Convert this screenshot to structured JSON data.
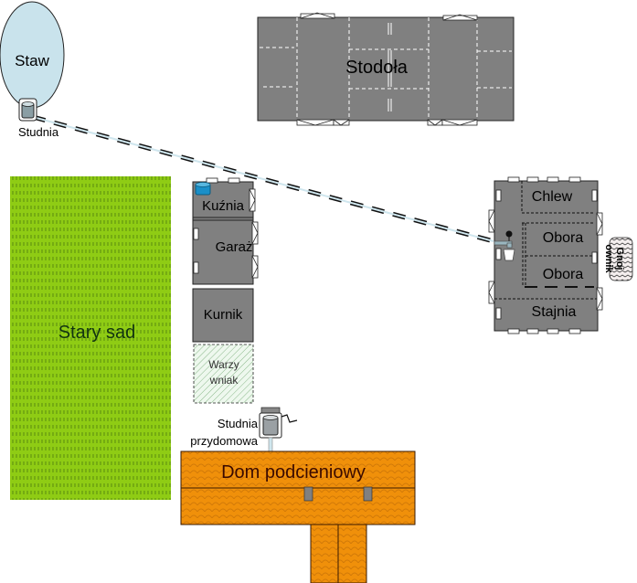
{
  "title": "Plan zagrody",
  "elements": {
    "pond": {
      "label": "Staw",
      "color": "#c9e3ec"
    },
    "well": {
      "label": "Studnia"
    },
    "barn": {
      "label": "Stodoła",
      "color": "#808080"
    },
    "orchard": {
      "label": "Stary sad",
      "color": "#8fcc14"
    },
    "smithy": {
      "label": "Kuźnia"
    },
    "garage": {
      "label": "Garaż"
    },
    "henhouse": {
      "label": "Kurnik"
    },
    "vegetable_garden": {
      "label_line1": "Warzy",
      "label_line2": "wniak"
    },
    "house_well": {
      "label_line1": "Studnia",
      "label_line2": "przydomowa"
    },
    "house": {
      "label": "Dom podcieniowy",
      "color": "#f0900a"
    },
    "livestock": {
      "pigsty": "Chlew",
      "cowshed_1": "Obora",
      "cowshed_2": "Obora",
      "stable": "Stajnia"
    },
    "manure": {
      "label_line1": "Gnoj",
      "label_line2": "ownik"
    }
  }
}
